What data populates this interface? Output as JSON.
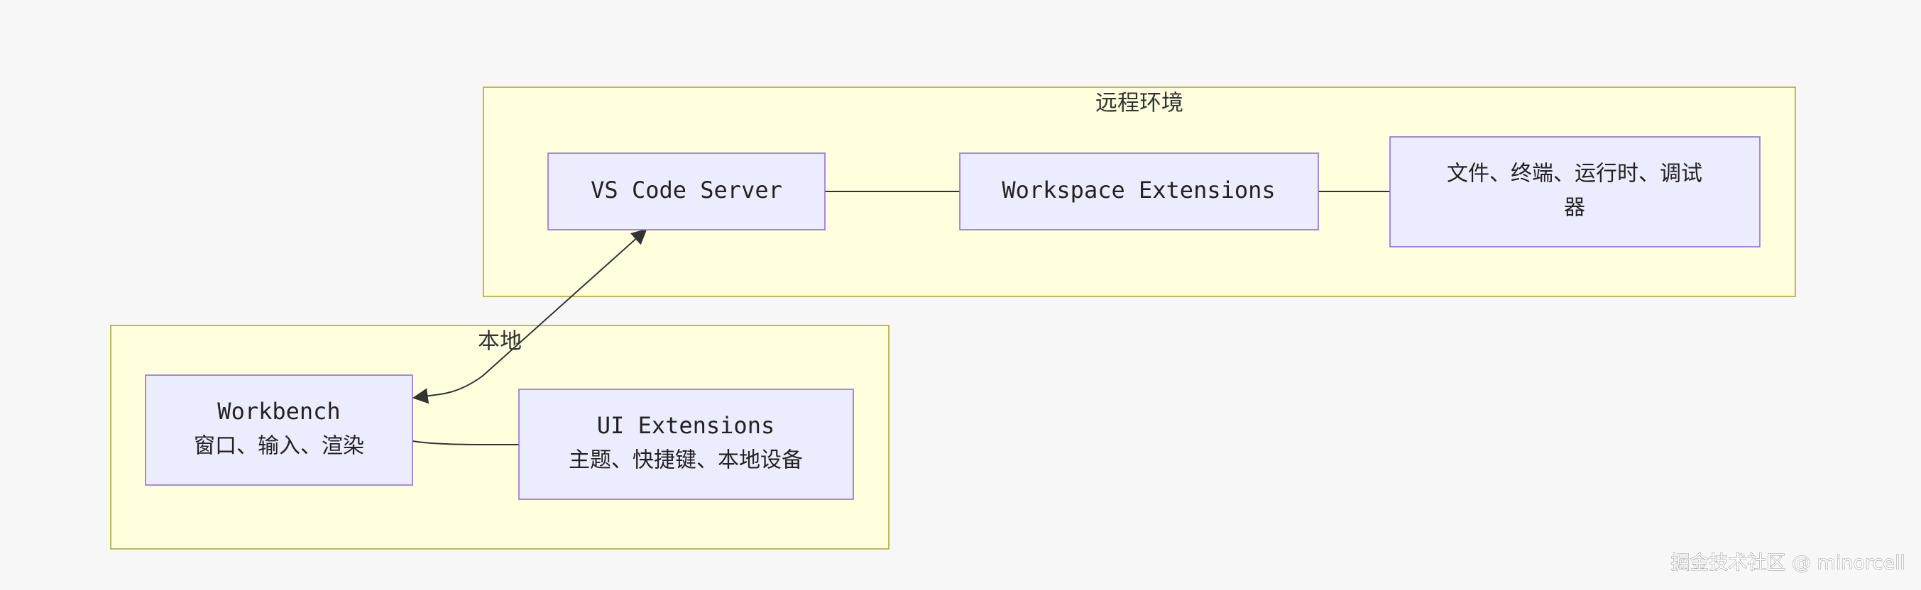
{
  "diagram": {
    "groups": {
      "remote": {
        "label": "远程环境"
      },
      "local": {
        "label": "本地"
      }
    },
    "nodes": {
      "server": {
        "title": "VS Code Server"
      },
      "workspace_ext": {
        "title": "Workspace Extensions"
      },
      "files": {
        "line1": "文件、终端、运行时、调试",
        "line2": "器"
      },
      "workbench": {
        "title": "Workbench",
        "subtitle": "窗口、输入、渲染"
      },
      "ui_ext": {
        "title": "UI Extensions",
        "subtitle": "主题、快捷键、本地设备"
      }
    },
    "edges": [
      {
        "from": "VS Code Server",
        "to": "Workspace Extensions",
        "style": "line"
      },
      {
        "from": "Workspace Extensions",
        "to": "文件、终端、运行时、调试器",
        "style": "line"
      },
      {
        "from": "Workbench",
        "to": "VS Code Server",
        "style": "bidirectional-arrow"
      },
      {
        "from": "Workbench",
        "to": "UI Extensions",
        "style": "line"
      }
    ],
    "colors": {
      "background": "#f7f7f8",
      "group_fill": "#ffffde",
      "group_stroke": "#aaaa33",
      "node_fill": "#ececff",
      "node_stroke": "#9370db",
      "edge": "#333333"
    }
  },
  "watermark": {
    "text": "掘金技术社区 @ minorcell"
  }
}
